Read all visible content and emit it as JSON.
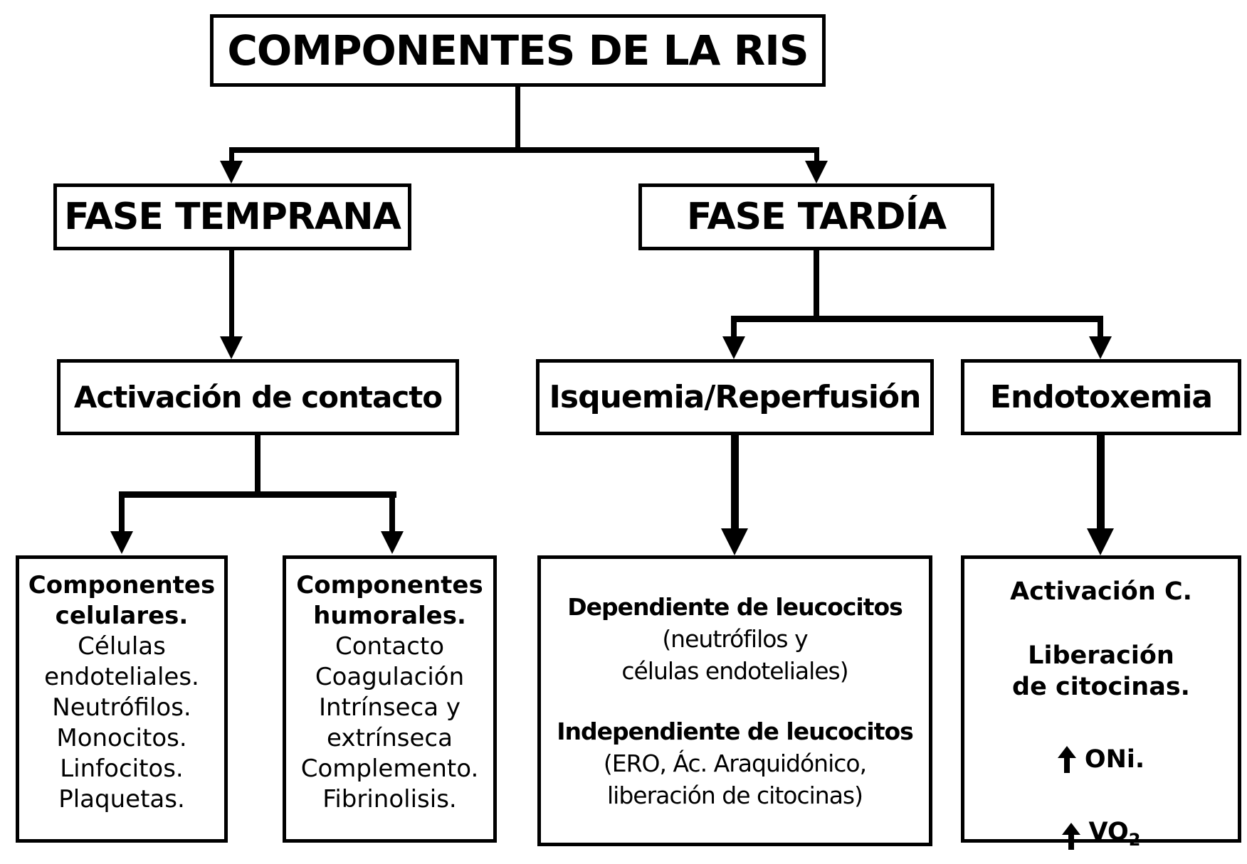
{
  "title": "COMPONENTES DE LA RIS",
  "colors": {
    "ink": "#000000",
    "paper": "#ffffff"
  },
  "nodes": {
    "fase_temprana": {
      "label": "FASE TEMPRANA"
    },
    "fase_tardia": {
      "label": "FASE TARDÍA"
    },
    "activacion_contacto": {
      "label": "Activación de contacto"
    },
    "isquemia": {
      "label": "Isquemia/Reperfusión"
    },
    "endotoxemia": {
      "label": "Endotoxemia"
    },
    "componentes_celulares": {
      "heading": [
        "Componentes",
        "celulares."
      ],
      "items": [
        "Células",
        "endoteliales.",
        "Neutrófilos.",
        "Monocitos.",
        "Linfocitos.",
        "Plaquetas."
      ]
    },
    "componentes_humorales": {
      "heading": [
        "Componentes",
        "humorales."
      ],
      "items": [
        "Contacto",
        "Coagulación",
        "Intrínseca y",
        "extrínseca",
        "Complemento.",
        "Fibrinolisis."
      ]
    },
    "leucocitos": {
      "dependiente": {
        "heading": "Dependiente de leucocitos",
        "lines": [
          "(neutrófilos y",
          "células endoteliales)"
        ]
      },
      "independiente": {
        "heading": "Independiente de leucocitos",
        "lines": [
          "(ERO, Ác. Araquidónico,",
          "liberación de citocinas)"
        ]
      }
    },
    "endotoxemia_detalle": {
      "line1": "Activación C.",
      "line2": "Liberación",
      "line3": "de citocinas.",
      "oni": {
        "arrow": "↑",
        "label": "ONi."
      },
      "vo2": {
        "arrow": "↑",
        "label": "VO",
        "subscript": "2"
      }
    }
  }
}
